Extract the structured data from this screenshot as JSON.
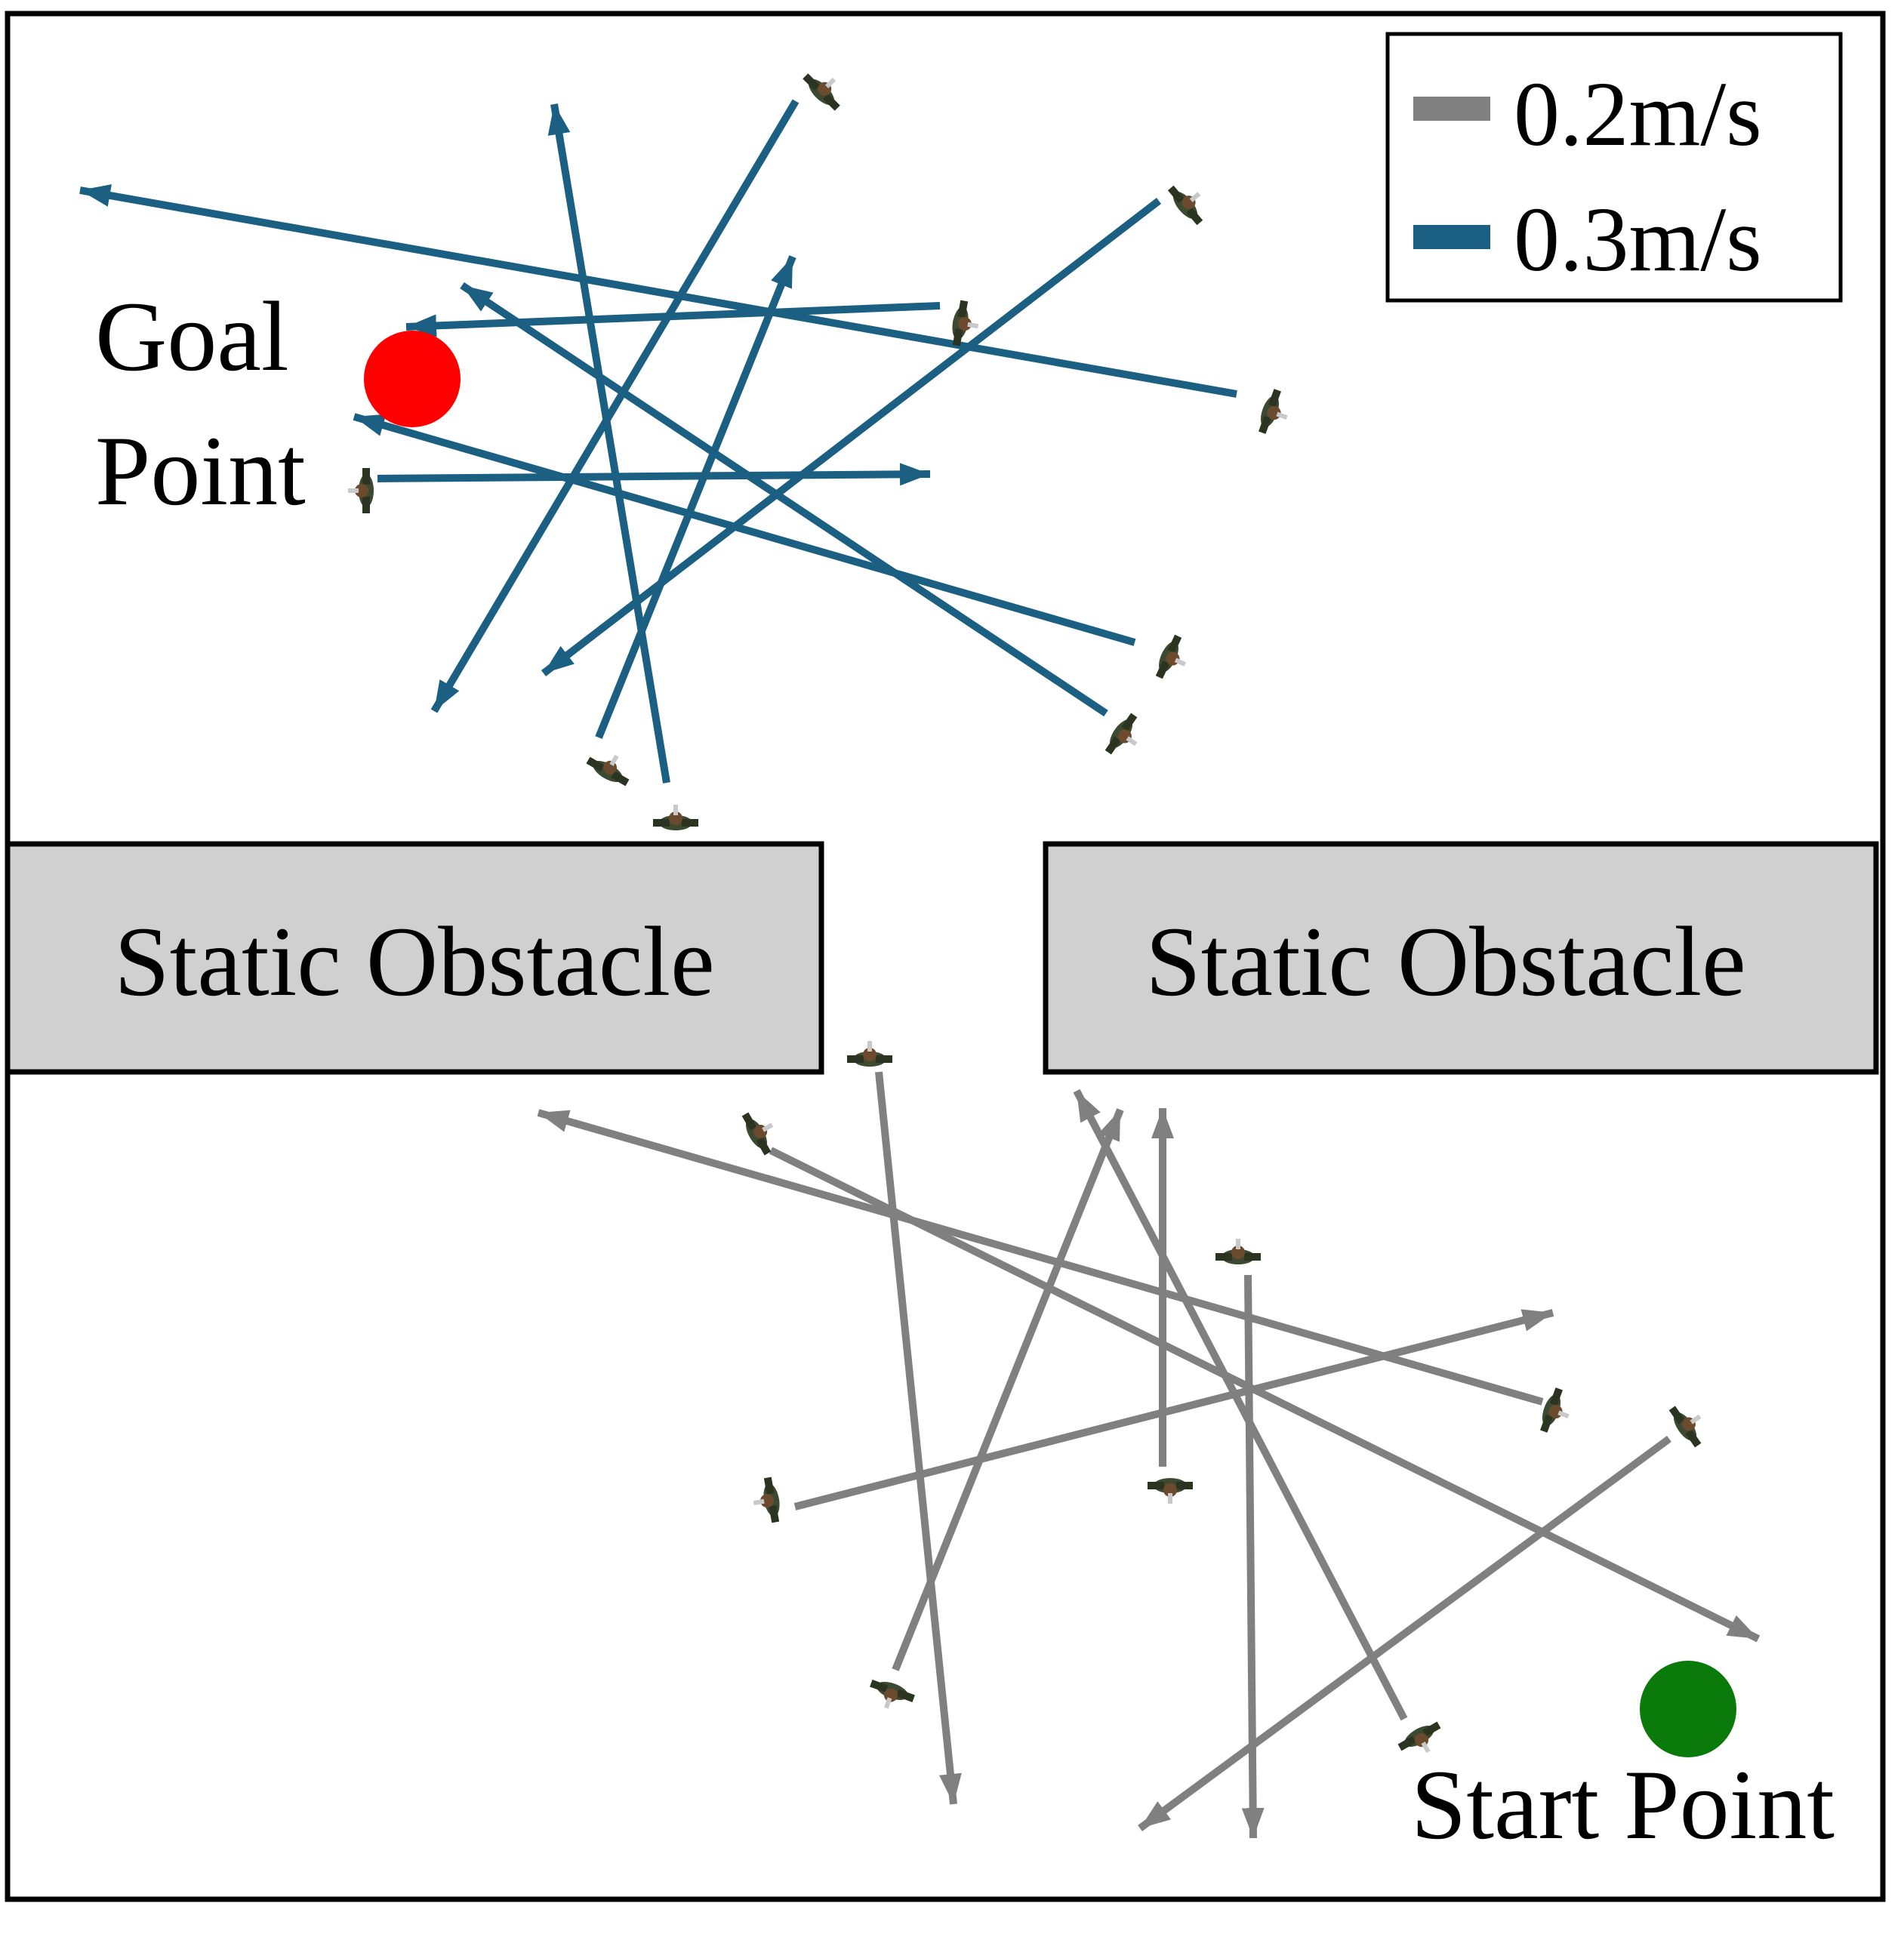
{
  "labels": {
    "goal_line1": "Goal",
    "goal_line2": "Point",
    "start": "Start Point",
    "obstacle_left": "Static Obstacle",
    "obstacle_right": "Static Obstacle"
  },
  "legend": {
    "items": [
      {
        "label": "0.2m/s",
        "color": "#808080"
      },
      {
        "label": "0.3m/s",
        "color": "#1b5f82"
      }
    ]
  },
  "colors": {
    "slow_trajectory": "#808080",
    "fast_trajectory": "#1b5f82",
    "goal_point": "#ff0000",
    "start_point": "#0a7a0a",
    "obstacle_fill": "#d0d0d0",
    "pedestrian": "#33402a"
  },
  "icons": {
    "pedestrian": "pedestrian-icon",
    "goal": "goal-point-marker",
    "start": "start-point-marker"
  }
}
